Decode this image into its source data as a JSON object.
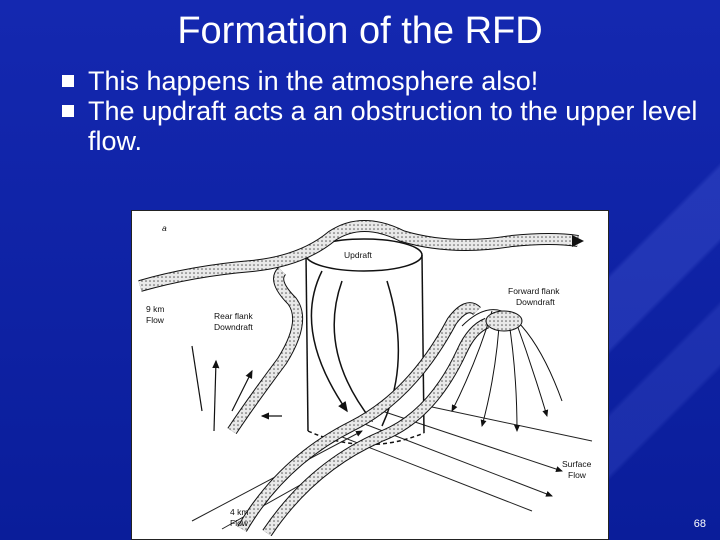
{
  "slide": {
    "title": "Formation of the RFD",
    "bullets": [
      {
        "text": "This happens in the atmosphere also!"
      },
      {
        "text": "The updraft acts a an obstruction to the upper level flow."
      }
    ],
    "bullet_icon": "square-bullet-icon",
    "number": "68"
  },
  "figure": {
    "panel_letter": "a",
    "labels": {
      "updraft": "Updraft",
      "flow_9km_1": "9 km",
      "flow_9km_2": "Flow",
      "rfd_1": "Rear  flank",
      "rfd_2": "Downdraft",
      "ffd_1": "Forward  flank",
      "ffd_2": "Downdraft",
      "surface_1": "Surface",
      "surface_2": "Flow",
      "flow_4km_1": "4 km",
      "flow_4km_2": "Flow"
    }
  },
  "colors": {
    "background": "#0a1f9e",
    "text": "#ffffff"
  }
}
